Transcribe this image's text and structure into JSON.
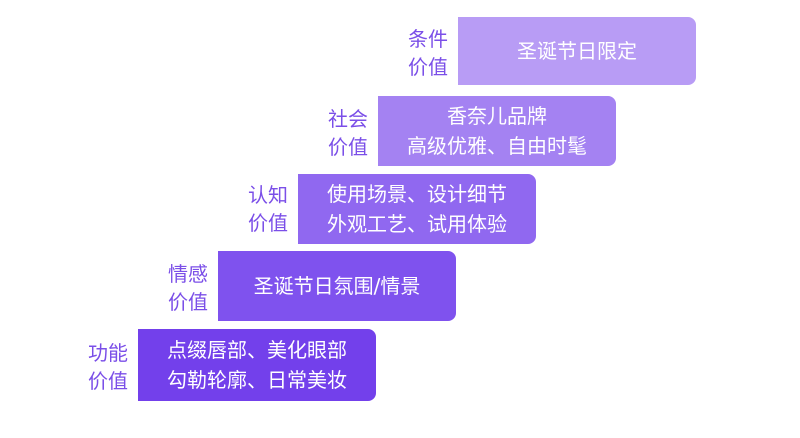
{
  "steps": [
    {
      "label": [
        "条件",
        "价值"
      ],
      "content": [
        "圣诞节日限定"
      ],
      "color": "#b89cf5"
    },
    {
      "label": [
        "社会",
        "价值"
      ],
      "content": [
        "香奈儿品牌",
        "高级优雅、自由时髦"
      ],
      "color": "#a482f2"
    },
    {
      "label": [
        "认知",
        "价值"
      ],
      "content": [
        "使用场景、设计细节",
        "外观工艺、试用体验"
      ],
      "color": "#9068f0"
    },
    {
      "label": [
        "情感",
        "价值"
      ],
      "content": [
        "圣诞节日氛围/情景"
      ],
      "color": "#7f52ee"
    },
    {
      "label": [
        "功能",
        "价值"
      ],
      "content": [
        "点缀唇部、美化眼部",
        "勾勒轮廓、日常美妆"
      ],
      "color": "#7340eb"
    }
  ],
  "label_color": "#7b4fe8",
  "text_color": "#ffffff"
}
